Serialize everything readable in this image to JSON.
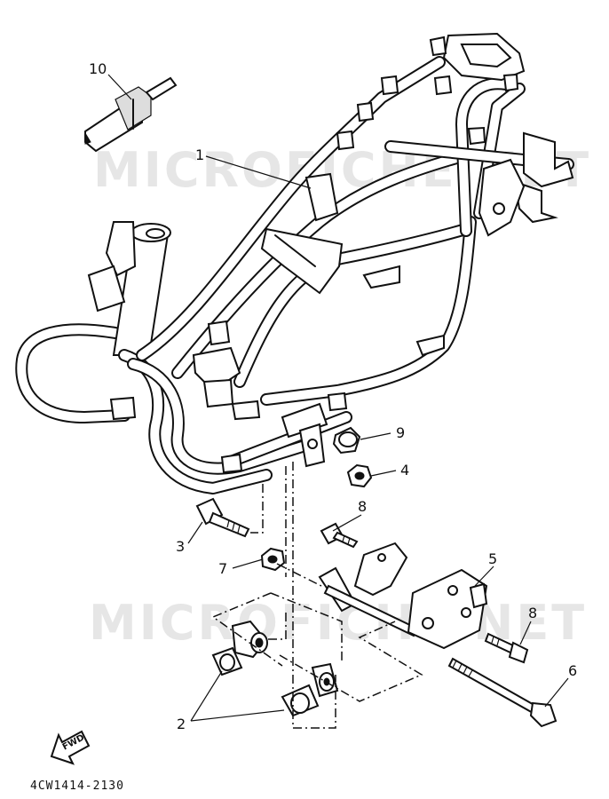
{
  "watermarks": [
    "MICROFICHE.NET",
    "MICROFICHE.NET"
  ],
  "callouts": [
    {
      "id": "1",
      "label": "1"
    },
    {
      "id": "2",
      "label": "2"
    },
    {
      "id": "3",
      "label": "3"
    },
    {
      "id": "4",
      "label": "4"
    },
    {
      "id": "5",
      "label": "5"
    },
    {
      "id": "6",
      "label": "6"
    },
    {
      "id": "7",
      "label": "7"
    },
    {
      "id": "8a",
      "label": "8"
    },
    {
      "id": "8b",
      "label": "8"
    },
    {
      "id": "9",
      "label": "9"
    },
    {
      "id": "10",
      "label": "10"
    }
  ],
  "fwd_label": "FWD",
  "part_code": "4CW1414-2130"
}
